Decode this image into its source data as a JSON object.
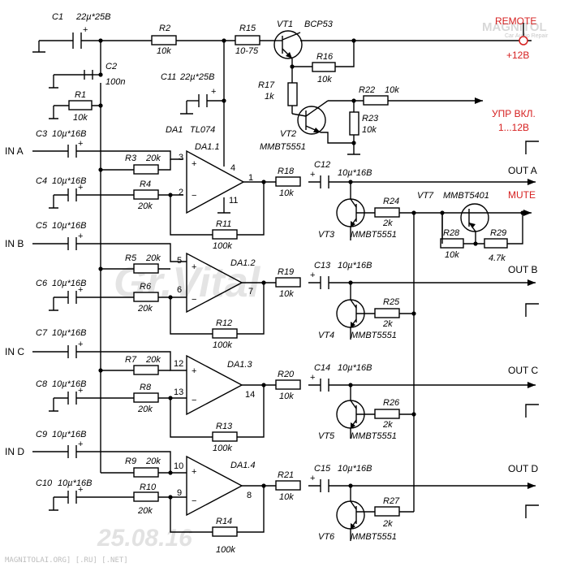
{
  "watermark": "Gr.Vital",
  "date_watermark": "25.08.16",
  "footer": "MAGNITOLAI.ORG] [.RU] [.NET]",
  "logo": {
    "main": "MAGNITOL",
    "sub": "Car Audio Repair"
  },
  "chip": {
    "label": "DA1",
    "model": "TL074"
  },
  "inputs": [
    "IN A",
    "IN B",
    "IN C",
    "IN D"
  ],
  "outputs": [
    "OUT A",
    "OUT B",
    "OUT C",
    "OUT D"
  ],
  "control": {
    "remote": "REMOTE",
    "plus12": "+12В",
    "upr_line1": "УПР ВКЛ.",
    "upr_line2": "1...12В",
    "mute": "MUTE"
  },
  "transistors": {
    "vt1": "VT1",
    "vt1_model": "BCP53",
    "vt2": "VT2",
    "vt2_model": "MMBT5551",
    "vt7": "VT7",
    "vt7_model": "MMBT5401",
    "vt3": "VT3",
    "vt4": "VT4",
    "vt5": "VT5",
    "vt6": "VT6",
    "mute_model": "MMBT5551"
  },
  "components": {
    "c1": "C1",
    "c1_val": "22µ*25В",
    "c2": "C2",
    "c2_val": "100n",
    "c11": "C11",
    "c11_val": "22µ*25В",
    "c3": "C3",
    "c4": "C4",
    "c5": "C5",
    "c6": "C6",
    "c7": "C7",
    "c8": "C8",
    "c9": "C9",
    "c10": "C10",
    "c12": "C12",
    "c13": "C13",
    "c14": "C14",
    "c15": "C15",
    "cap_in_val": "10µ*16В",
    "cap_in_val_alt": "10µ*16В",
    "r1": "R1",
    "r1_val": "10k",
    "r2": "R2",
    "r2_val": "10k",
    "r15": "R15",
    "r15_val": "10-75",
    "r16": "R16",
    "r16_val": "10k",
    "r17": "R17",
    "r17_val": "1k",
    "r22": "R22",
    "r22_val": "10k",
    "r23": "R23",
    "r23_val": "10k",
    "r3": "R3",
    "r4": "R4",
    "r5": "R5",
    "r6": "R6",
    "r7": "R7",
    "r8": "R8",
    "r9": "R9",
    "r10": "R10",
    "r20k": "20k",
    "r11": "R11",
    "r12": "R12",
    "r13": "R13",
    "r14": "R14",
    "r100k": "100k",
    "r18": "R18",
    "r19": "R19",
    "r20": "R20",
    "r21": "R21",
    "r10k": "10k",
    "r24": "R24",
    "r25": "R25",
    "r26": "R26",
    "r27": "R27",
    "r2k": "2k",
    "r28": "R28",
    "r28_val": "10k",
    "r29": "R29",
    "r29_val": "4.7k"
  },
  "opamps": {
    "a": {
      "name": "DA1.1",
      "p": "3",
      "n": "2",
      "o": "1",
      "vp": "4",
      "vn": "11"
    },
    "b": {
      "name": "DA1.2",
      "p": "5",
      "n": "6",
      "o": "7"
    },
    "c": {
      "name": "DA1.3",
      "p": "12",
      "n": "13",
      "o": "14"
    },
    "d": {
      "name": "DA1.4",
      "p": "10",
      "n": "9",
      "o": "8"
    }
  },
  "signs": {
    "plus": "+",
    "minus": "−"
  }
}
